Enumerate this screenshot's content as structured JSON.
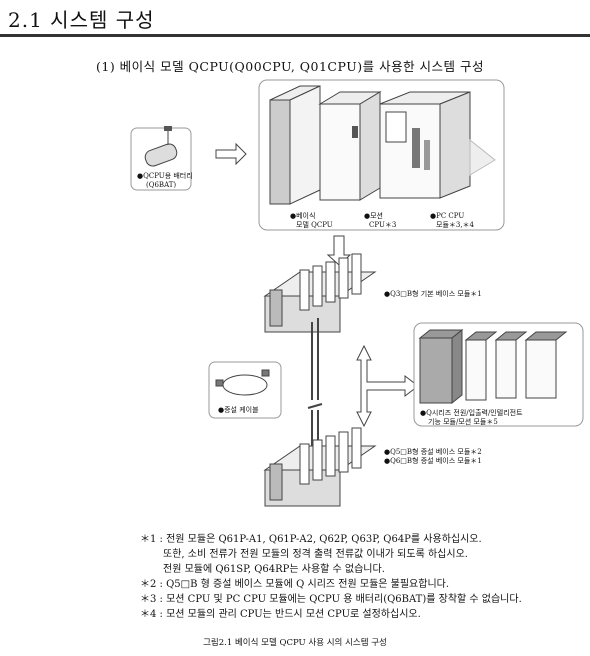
{
  "section": {
    "title": "2.1 시스템 구성"
  },
  "subtitle": "(1) 베이식 모델 QCPU(Q00CPU, Q01CPU)를 사용한 시스템 구성",
  "labels": {
    "battery": "●QCPU용 배터리",
    "battery2": "(Q6BAT)",
    "basic_cpu": "●베이식",
    "basic_cpu2": "모델 QCPU",
    "motion_cpu": "●모션",
    "motion_cpu2": "CPU＊3",
    "pc_cpu": "●PC CPU",
    "pc_cpu2": "모듈＊3,＊4",
    "main_base": "●Q3□B형 기본 베이스 모듈＊1",
    "modules": "●Q시리즈 전원/입출력/인텔리전트",
    "modules2": "기능 모듈/모션 모듈＊5",
    "cable": "●증설 케이블",
    "ext_base1": "●Q5□B형 증설 베이스 모듈＊2",
    "ext_base2": "●Q6□B형 증설 베이스 모듈＊1"
  },
  "notes": [
    "＊1 : 전원 모듈은 Q61P-A1, Q61P-A2, Q62P, Q63P, Q64P를 사용하십시오.",
    "또한, 소비 전류가 전원 모듈의 정격 출력 전류값 이내가 되도록 하십시오.",
    "전원 모듈에 Q61SP, Q64RP는 사용할 수 없습니다.",
    "＊2 : Q5□B 형 증설 베이스 모듈에 Q 시리즈 전원 모듈은 불필요합니다.",
    "＊3 : 모션 CPU 및 PC CPU 모듈에는 QCPU 용 배터리(Q6BAT)를 장착할 수 없습니다.",
    "＊4 : 모션 모듈의 관리 CPU는 반드시 모션 CPU로 설정하십시오."
  ],
  "caption": "그림2.1 베이식 모델 QCPU 사용 시의 시스템 구성"
}
